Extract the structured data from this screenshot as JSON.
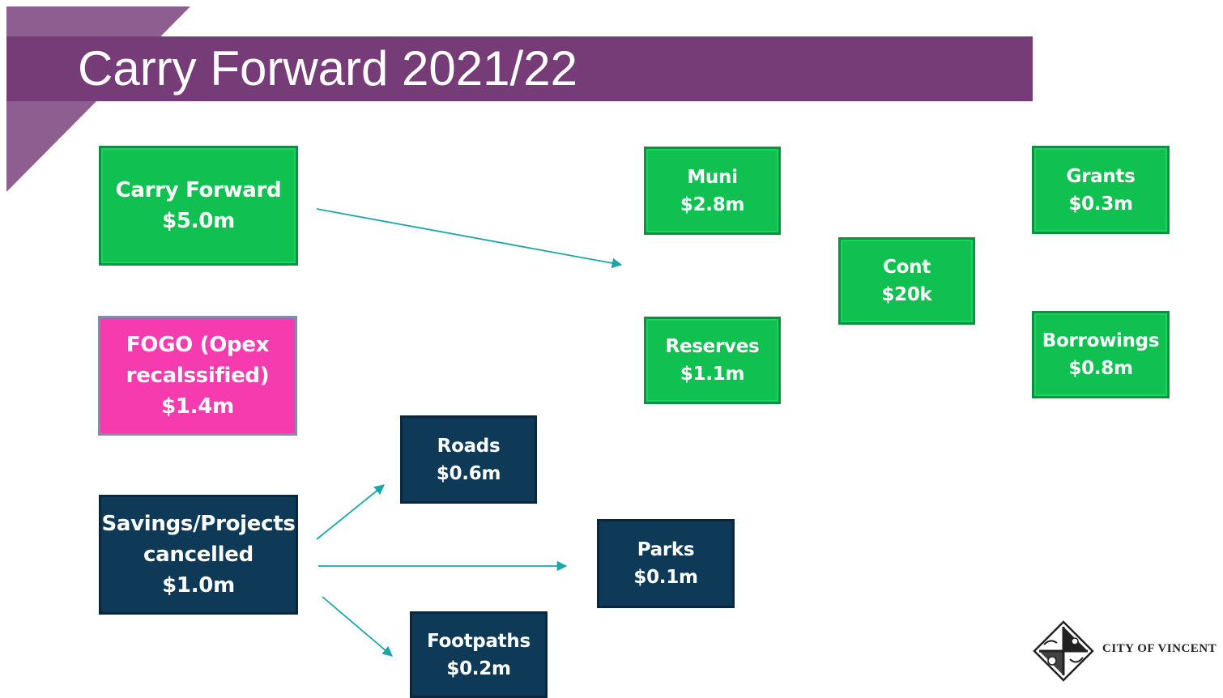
{
  "title": "Carry Forward 2021/22",
  "colors": {
    "title_bar": "#763C78",
    "green_box": "#10C152",
    "pink_box": "#F53BAE",
    "navy_box": "#0E3A57",
    "arrow": "#1AA7A8"
  },
  "boxes": {
    "carry_forward": {
      "label": "Carry Forward",
      "value": "$5.0m"
    },
    "fogo": {
      "line1": "FOGO (Opex",
      "line2": "recalssified)",
      "value": "$1.4m"
    },
    "savings": {
      "line1": "Savings/Projects",
      "line2": "cancelled",
      "value": "$1.0m"
    },
    "muni": {
      "label": "Muni",
      "value": "$2.8m"
    },
    "reserves": {
      "label": "Reserves",
      "value": "$1.1m"
    },
    "cont": {
      "label": "Cont",
      "value": "$20k"
    },
    "grants": {
      "label": "Grants",
      "value": "$0.3m"
    },
    "borrowings": {
      "label": "Borrowings",
      "value": "$0.8m"
    },
    "roads": {
      "label": "Roads",
      "value": "$0.6m"
    },
    "parks": {
      "label": "Parks",
      "value": "$0.1m"
    },
    "footpaths": {
      "label": "Footpaths",
      "value": "$0.2m"
    }
  },
  "logo": {
    "text": "CITY OF VINCENT",
    "icon": "city-crest-icon"
  }
}
